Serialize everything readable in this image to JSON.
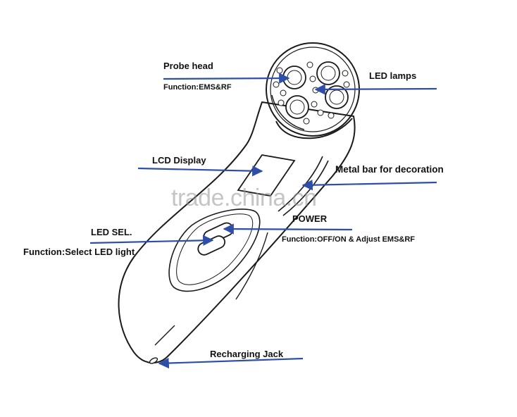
{
  "labels": {
    "probe_head": "Probe head",
    "probe_function": "Function:EMS&RF",
    "led_lamps": "LED lamps",
    "lcd_display": "LCD Display",
    "metal_bar": "Metal bar for decoration",
    "led_sel": "LED SEL.",
    "led_sel_function": "Function:Select LED light",
    "power": "POWER",
    "power_function": "Function:OFF/ON & Adjust EMS&RF",
    "recharging_jack": "Recharging Jack"
  },
  "watermark": "trade.china.cn",
  "colors": {
    "arrow": "#2e4fa8",
    "outline": "#1a1a1a",
    "text": "#111111"
  }
}
